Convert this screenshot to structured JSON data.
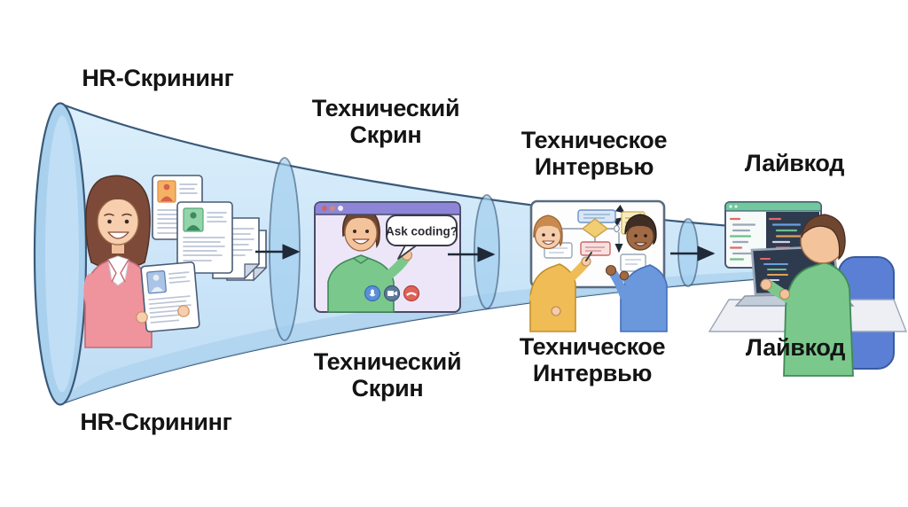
{
  "funnel": {
    "stages": [
      {
        "key": "hr-screening",
        "top_label": "HR-Скрининг",
        "bottom_label": "HR-Скрининг"
      },
      {
        "key": "tech-screen",
        "top_label": "Технический Скрин",
        "bottom_label": "Технический Скрин"
      },
      {
        "key": "tech-interview",
        "top_label": "Техническое Интервью",
        "bottom_label": "Техническое Интервью"
      },
      {
        "key": "livecode",
        "top_label": "Лайвкод",
        "bottom_label": "Лайвкод"
      }
    ]
  },
  "illustration": {
    "video_call_bubble": "Ask coding?"
  },
  "colors": {
    "funnel_fill": "#cfe7f9",
    "funnel_fill_dark": "#b0d4ef",
    "funnel_rim": "#a9d1ee",
    "outline": "#3a5a7a",
    "arrow": "#1f2937",
    "label_text": "#141414",
    "call_window_bar": "#8d86d8",
    "call_window_bg": "#ece6f8",
    "editor_bar": "#6fc99d",
    "editor_dark_pane": "#2e3b4f",
    "sweater_green": "#7bc88d",
    "sweater_yellow": "#f0bc55",
    "sweater_blue": "#6b97dd",
    "blazer_pink": "#ef939d",
    "chair_blue": "#5b7fd4"
  }
}
